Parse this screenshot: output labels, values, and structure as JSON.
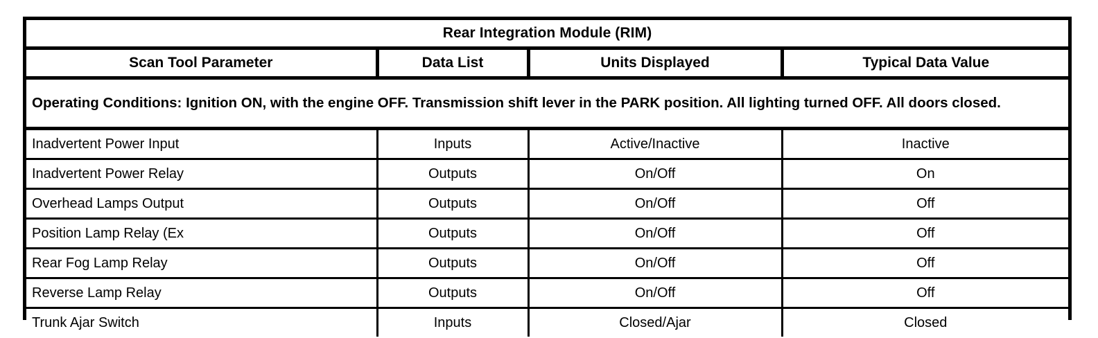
{
  "table": {
    "title": "Rear Integration Module (RIM)",
    "headers": [
      "Scan Tool Parameter",
      "Data List",
      "Units Displayed",
      "Typical Data Value"
    ],
    "operating_conditions": "Operating Conditions: Ignition ON, with the engine OFF. Transmission shift lever in the PARK position. All lighting turned OFF. All doors closed.",
    "rows": [
      {
        "parameter": "Inadvertent Power Input",
        "data_list": "Inputs",
        "units": "Active/Inactive",
        "typical_value": "Inactive"
      },
      {
        "parameter": "Inadvertent Power Relay",
        "data_list": "Outputs",
        "units": "On/Off",
        "typical_value": "On"
      },
      {
        "parameter": "Overhead Lamps Output",
        "data_list": "Outputs",
        "units": "On/Off",
        "typical_value": "Off"
      },
      {
        "parameter": "Position Lamp Relay (Ex",
        "data_list": "Outputs",
        "units": "On/Off",
        "typical_value": "Off"
      },
      {
        "parameter": "Rear Fog Lamp Relay",
        "data_list": "Outputs",
        "units": "On/Off",
        "typical_value": "Off"
      },
      {
        "parameter": "Reverse Lamp Relay",
        "data_list": "Outputs",
        "units": "On/Off",
        "typical_value": "Off"
      },
      {
        "parameter": "Trunk Ajar Switch",
        "data_list": "Inputs",
        "units": "Closed/Ajar",
        "typical_value": "Closed"
      }
    ]
  },
  "colors": {
    "border": "#000000",
    "text": "#000000",
    "background": "#ffffff"
  }
}
